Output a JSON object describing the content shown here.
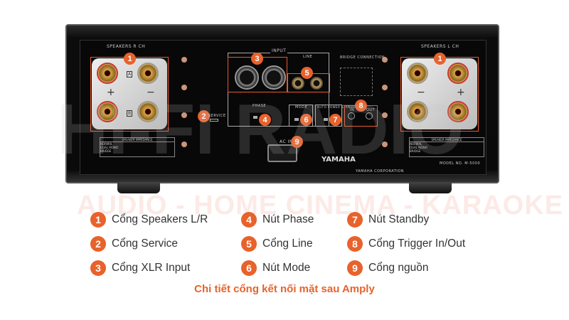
{
  "watermark": {
    "brand": "HI-FI RADIO",
    "tagline": "AUDIO - HOME CINEMA - KARAOKE"
  },
  "panel": {
    "speakers_r": "SPEAKERS R CH",
    "speakers_l": "SPEAKERS L CH",
    "input": "INPUT",
    "line": "LINE",
    "bridge": "BRIDGE CONNECTION",
    "phase": "PHASE",
    "service": "SERVICE",
    "mode": "MODE",
    "auto_standby": "AUTO POWER STANDBY",
    "trigger_in": "IN",
    "trigger_out": "OUT",
    "ac_in": "AC IN",
    "brand": "YAMAHA",
    "corp": "YAMAHA CORPORATION",
    "model": "MODEL NO. M-5000",
    "impedance": "SPEAKER IMPEDANCE",
    "imp_rows": [
      "NORMAL",
      "DUAL MONO",
      "BRIDGE"
    ],
    "terminal_a": "A",
    "terminal_b": "B",
    "plus": "+",
    "minus": "−"
  },
  "callouts": [
    "1",
    "2",
    "3",
    "4",
    "5",
    "6",
    "7",
    "8",
    "9"
  ],
  "legend": [
    {
      "num": "1",
      "label": "Cổng Speakers L/R"
    },
    {
      "num": "2",
      "label": "Cổng Service"
    },
    {
      "num": "3",
      "label": "Cổng XLR Input"
    },
    {
      "num": "4",
      "label": "Nút Phase"
    },
    {
      "num": "5",
      "label": "Cổng Line"
    },
    {
      "num": "6",
      "label": "Nút Mode"
    },
    {
      "num": "7",
      "label": "Nút Standby"
    },
    {
      "num": "8",
      "label": "Cổng Trigger In/Out"
    },
    {
      "num": "9",
      "label": "Cổng nguồn"
    }
  ],
  "caption": "Chi tiết cổng kết nối mặt sau Amply",
  "colors": {
    "accent": "#e8622b",
    "caption": "#e8622b"
  }
}
